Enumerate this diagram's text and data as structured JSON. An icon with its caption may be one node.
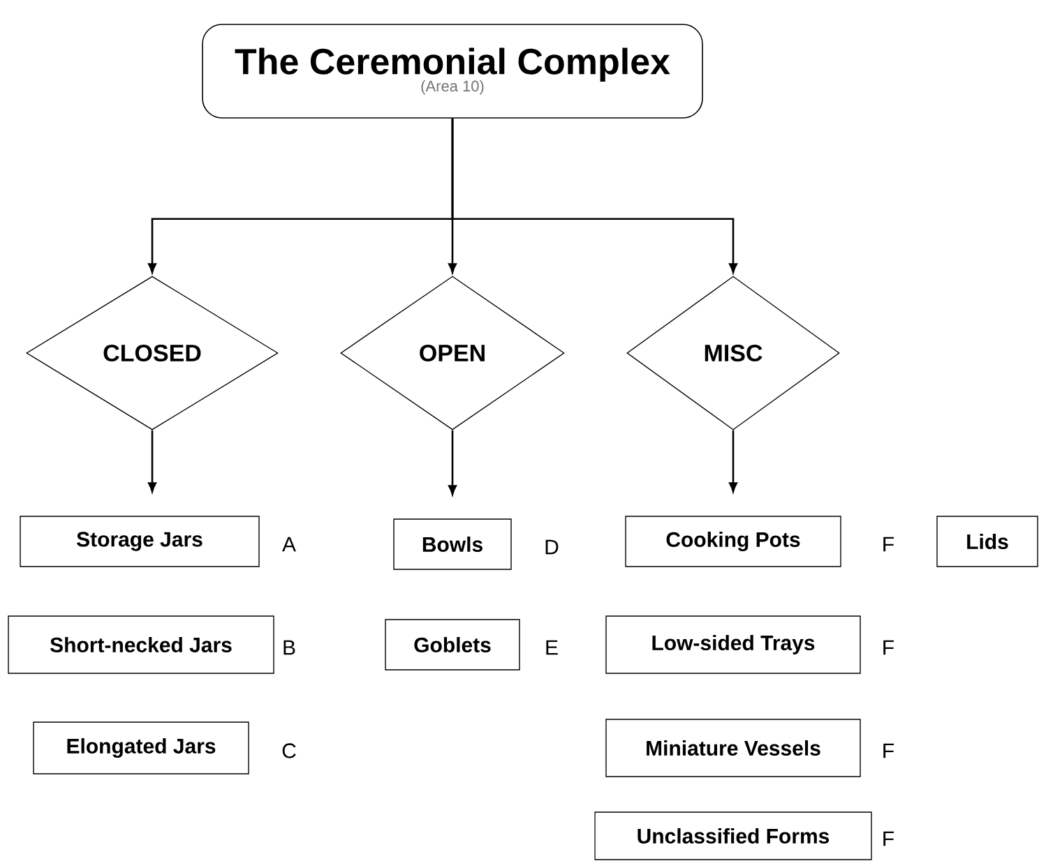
{
  "diagram": {
    "nodes": [
      {
        "text": [
          "The Ceremonial Complex",
          "(Area 10)"
        ]
      },
      {
        "text": [
          "CLOSED"
        ]
      },
      {
        "text": [
          "OPEN"
        ]
      },
      {
        "text": [
          "MISC"
        ]
      },
      {
        "text": [
          "Storage Jars"
        ],
        "beside": [
          "A"
        ]
      },
      {
        "text": [
          "Bowls"
        ],
        "beside": [
          "D"
        ]
      },
      {
        "text": [
          "Cooking Pots"
        ],
        "beside": [
          "F"
        ]
      },
      {
        "text": [
          "Lids"
        ]
      },
      {
        "text": [
          "Short-necked Jars"
        ],
        "beside": [
          "B"
        ]
      },
      {
        "text": [
          "Goblets"
        ],
        "beside": [
          "E"
        ]
      },
      {
        "text": [
          "Low-sided Trays"
        ],
        "beside": [
          "F"
        ]
      },
      {
        "text": [
          "Elongated Jars"
        ],
        "beside": [
          "C"
        ]
      },
      {
        "text": [
          "Miniature Vessels"
        ],
        "beside": [
          "F"
        ]
      },
      {
        "text": [
          "Unclassified Forms"
        ],
        "beside": [
          "F"
        ]
      }
    ],
    "edges": [
      {
        "from": 0,
        "to": 1,
        "arrow": "to"
      },
      {
        "from": 0,
        "to": 2,
        "arrow": "to"
      },
      {
        "from": 0,
        "to": 3,
        "arrow": "to"
      },
      {
        "from": 1,
        "to": 4,
        "arrow": "to"
      },
      {
        "from": 2,
        "to": 5,
        "arrow": "to"
      },
      {
        "from": 3,
        "to": 6,
        "arrow": "to"
      }
    ]
  }
}
